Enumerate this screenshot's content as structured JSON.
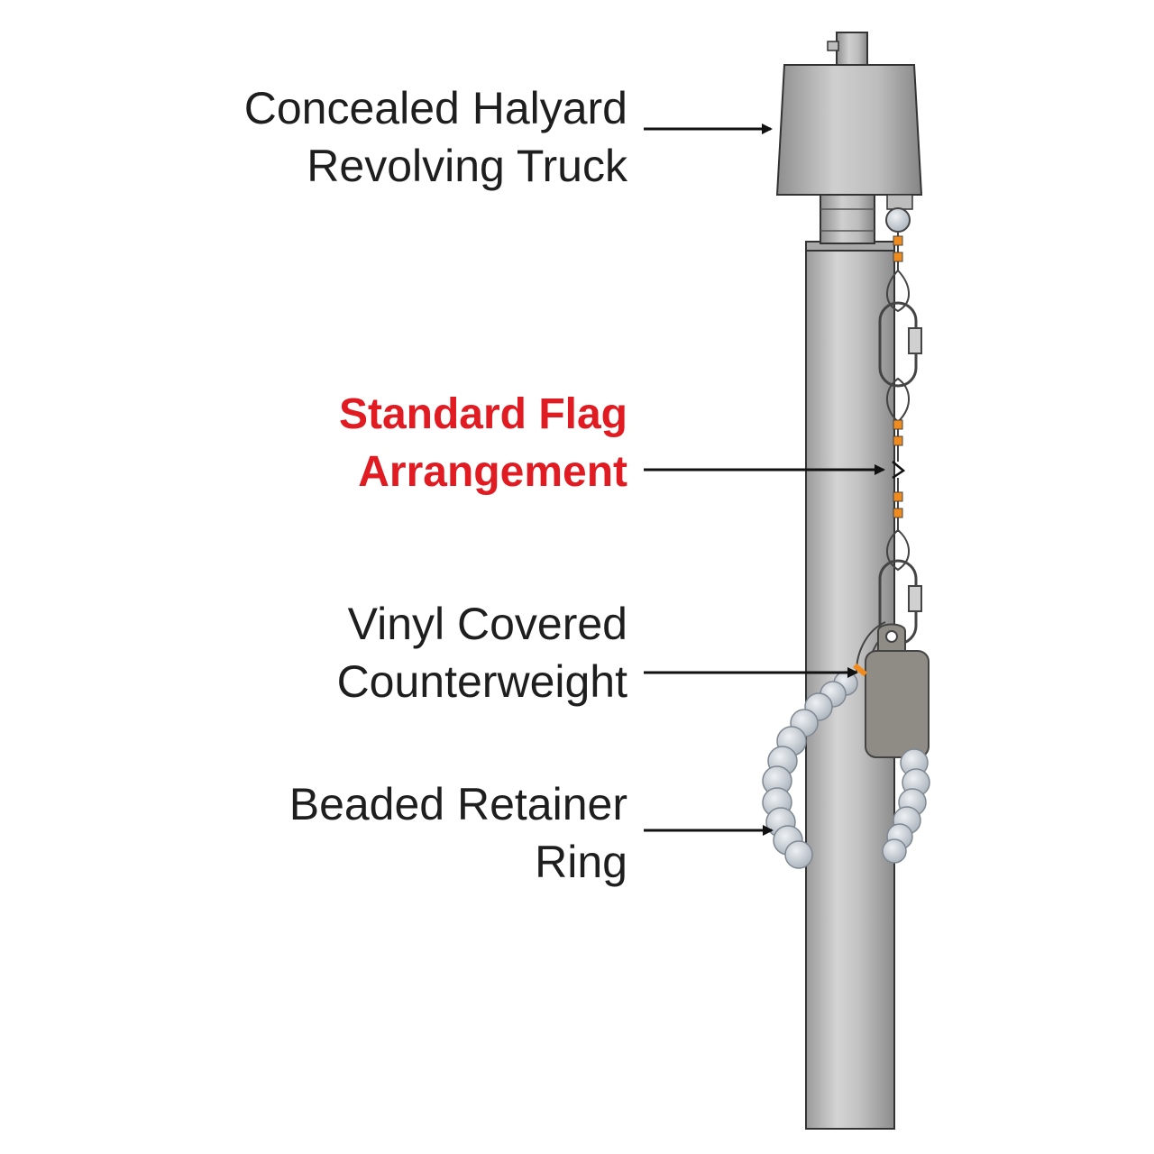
{
  "callouts": [
    {
      "lines": [
        "Concealed Halyard",
        "Revolving Truck"
      ],
      "target": "revolving-truck"
    },
    {
      "lines": [
        "Standard Flag",
        "Arrangement"
      ],
      "target": "flag-arrangement",
      "color": "#e11b22"
    },
    {
      "lines": [
        "Vinyl Covered",
        "Counterweight"
      ],
      "target": "counterweight"
    },
    {
      "lines": [
        "Beaded Retainer",
        "Ring"
      ],
      "target": "retainer-ring"
    }
  ],
  "colors": {
    "text": "#1e1e1e",
    "highlight": "#e11b22",
    "pole": "#b7b7b7",
    "pole_outline": "#333333",
    "halyard_accent": "#f08c1e",
    "counterweight": "#8f8b85",
    "beads": "#c9cfd6"
  }
}
